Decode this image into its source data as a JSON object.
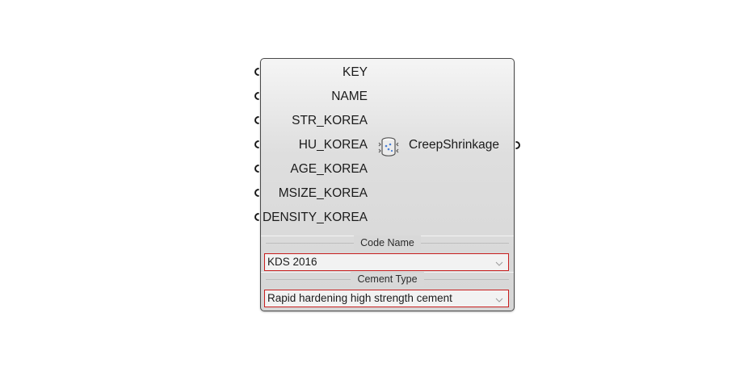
{
  "component": {
    "inputs": [
      {
        "label": "KEY"
      },
      {
        "label": "NAME"
      },
      {
        "label": "STR_KOREA"
      },
      {
        "label": "HU_KOREA"
      },
      {
        "label": "AGE_KOREA"
      },
      {
        "label": "MSIZE_KOREA"
      },
      {
        "label": "DENSITY_KOREA"
      }
    ],
    "icon": "material-cylinder-icon",
    "output": {
      "label": "CreepShrinkage"
    },
    "code_name": {
      "title": "Code Name",
      "selected": "KDS 2016"
    },
    "cement_type": {
      "title": "Cement Type",
      "selected": "Rapid hardening high strength cement"
    }
  },
  "colors": {
    "dropdown_border": "#c81e1e",
    "component_border": "#4a4a4a",
    "icon_accent": "#4a7fd4"
  }
}
